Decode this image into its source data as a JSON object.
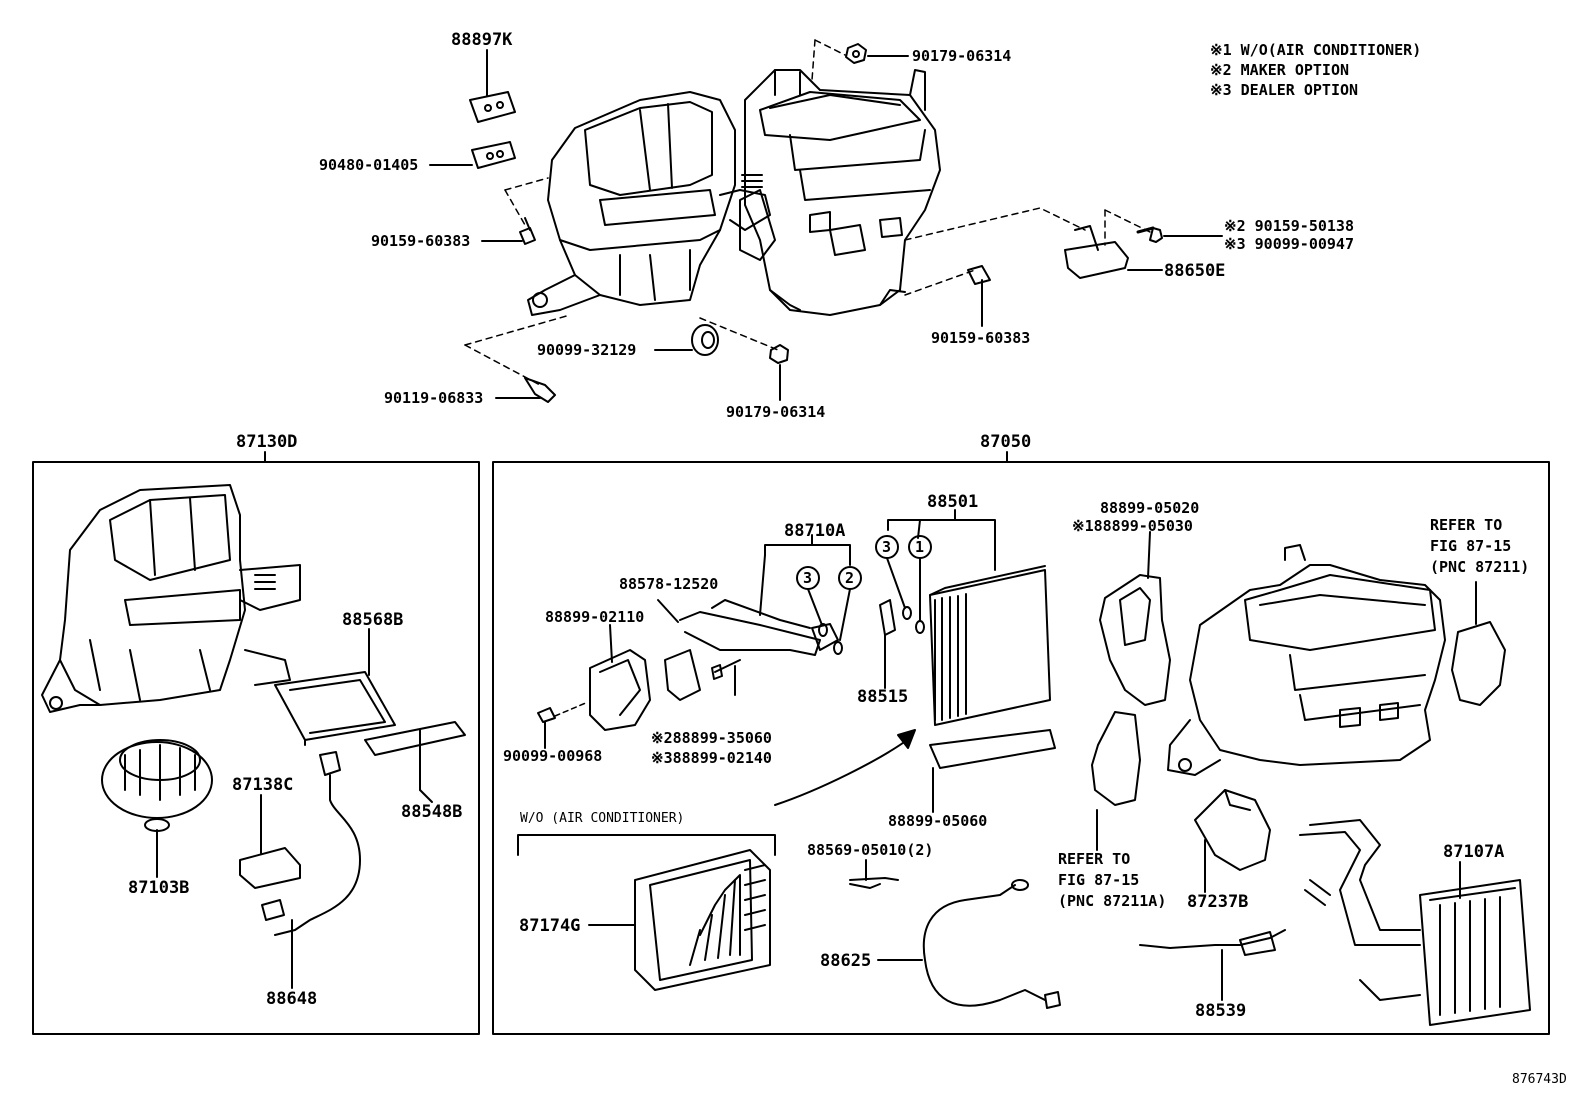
{
  "notes": [
    "※1 W/O(AIR CONDITIONER)",
    "※2 MAKER OPTION",
    "※3 DEALER OPTION"
  ],
  "top": {
    "p88897K": "88897K",
    "p9048001405": "90480-01405",
    "p9015960383a": "90159-60383",
    "p9017906314a": "90179-06314",
    "p9015950138": "※2 90159-50138",
    "p9009900947": "※3 90099-00947",
    "p88650E": "88650E",
    "p9015960383b": "90159-60383",
    "p9009932129": "90099-32129",
    "p9011906833": "90119-06833",
    "p9017906314b": "90179-06314"
  },
  "left_group": {
    "title": "87130D",
    "p88568B": "88568B",
    "p87138C": "87138C",
    "p88548B": "88548B",
    "p87103B": "87103B",
    "p88648": "88648"
  },
  "right_group": {
    "title": "87050",
    "p88501": "88501",
    "p88710A": "88710A",
    "p8857812520": "88578-12520",
    "p8889902110": "88899-02110",
    "p88515": "88515",
    "p8889935060": "※288899-35060",
    "p8889902140": "※388899-02140",
    "p9009900968": "90099-00968",
    "p8889905060": "88899-05060",
    "p8889905020": "88899-05020",
    "p8889905030": "※188899-05030",
    "refer1": [
      "REFER TO",
      "FIG 87-15",
      "(PNC 87211)"
    ],
    "wo_ac": "W/O (AIR CONDITIONER)",
    "p8856905010": "88569-05010(2)",
    "p87174G": "87174G",
    "p88625": "88625",
    "refer2": [
      "REFER TO",
      "FIG 87-15",
      "(PNC 87211A)"
    ],
    "p87237B": "87237B",
    "p87107A": "87107A",
    "p88539": "88539",
    "circle1": "1",
    "circle2": "2",
    "circle3a": "3",
    "circle3b": "3"
  },
  "figure_id": "876743D"
}
